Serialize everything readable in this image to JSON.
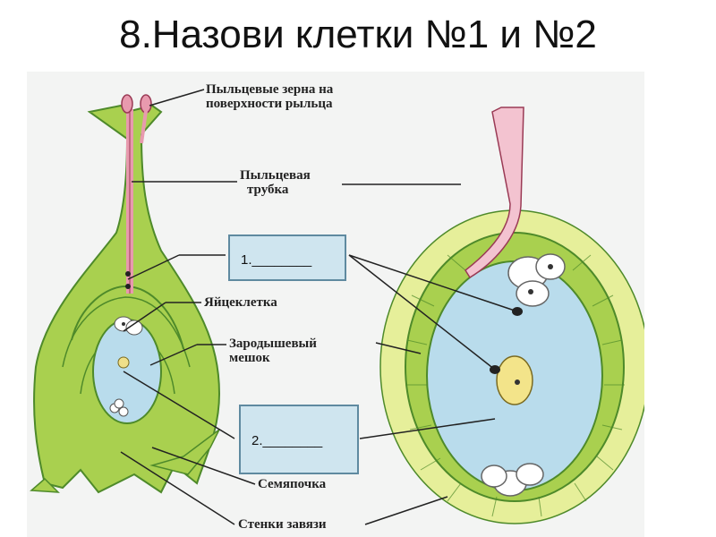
{
  "title": "8.Назови клетки №1 и №2",
  "labels": {
    "pollen_grains_line1": "Пыльцевые зерна на",
    "pollen_grains_line2": "поверхности рыльца",
    "pollen_tube_line1": "Пыльцевая",
    "pollen_tube_line2": "трубка",
    "egg_cell": "Яйцеклетка",
    "embryo_sac_line1": "Зародышевый",
    "embryo_sac_line2": "мешок",
    "ovule": "Семяпочка",
    "ovary_walls": "Стенки завязи"
  },
  "answer_boxes": {
    "box1": "1.________",
    "box2": "2.________"
  },
  "colors": {
    "tissue_green": "#a9d04f",
    "tissue_dark": "#4e8a2a",
    "wall_light": "#e6ef9a",
    "sac_blue": "#b9dcec",
    "tube_pink": "#e89aae",
    "box_fill": "#cfe5ef"
  }
}
